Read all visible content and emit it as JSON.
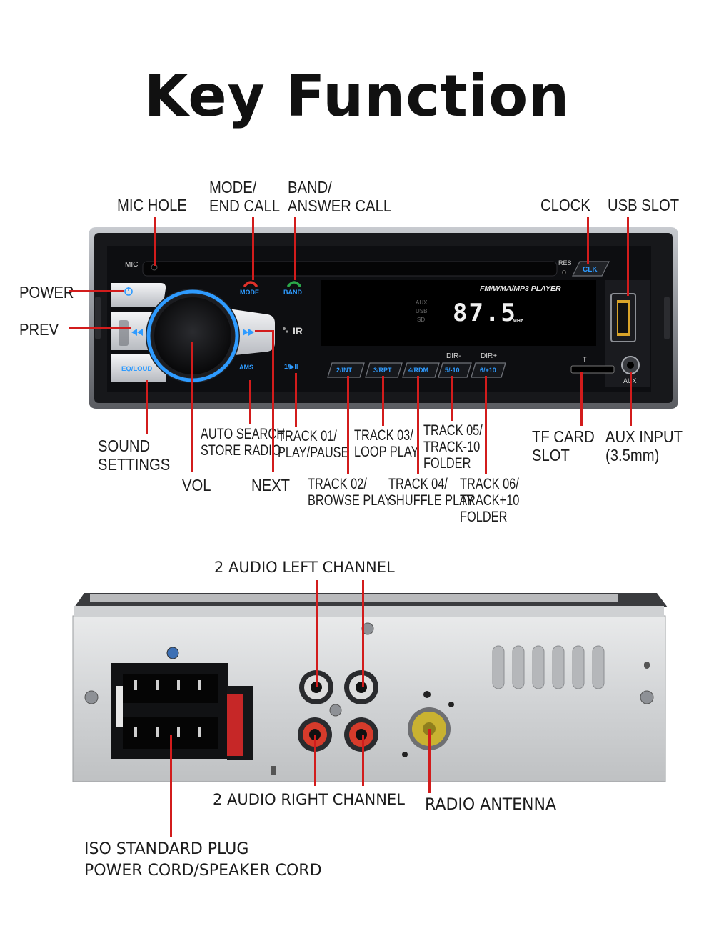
{
  "title": "Key Function",
  "front": {
    "labels": {
      "mic_hole": "MIC HOLE",
      "mode": [
        "MODE/",
        "END CALL"
      ],
      "band": [
        "BAND/",
        "ANSWER CALL"
      ],
      "clock": "CLOCK",
      "usb_slot": "USB SLOT",
      "power": "POWER",
      "prev": "PREV",
      "sound": [
        "SOUND",
        "SETTINGS"
      ],
      "vol": "VOL",
      "ams": [
        "AUTO SEARCH",
        "STORE RADIO"
      ],
      "next": "NEXT",
      "t01": [
        "TRACK 01/",
        "PLAY/PAUSE"
      ],
      "t02": [
        "TRACK 02/",
        "BROWSE PLAY"
      ],
      "t03": [
        "TRACK 03/",
        "LOOP PLAY"
      ],
      "t04": [
        "TRACK 04/",
        "SHUFFLE PLAY"
      ],
      "t05": [
        "TRACK 05/",
        "TRACK-10",
        "FOLDER"
      ],
      "t06": [
        "TRACK 06/",
        "TRACK+10",
        "FOLDER"
      ],
      "tf": [
        "TF CARD",
        "SLOT"
      ],
      "aux": [
        "AUX INPUT",
        "(3.5mm)"
      ]
    },
    "panel": {
      "mic": "MIC",
      "res": "RES",
      "clk": "CLK",
      "mode": "MODE",
      "band": "BAND",
      "fm_text": "FM/WMA/MP3  PLAYER",
      "aux_ind": "AUX",
      "usb_ind": "USB",
      "sd_ind": "SD",
      "freq": "87.5",
      "mhz": "MHz",
      "eq": "EQ/LOUD",
      "ams": "AMS",
      "play": "1/▶II",
      "b2": "2/INT",
      "b3": "3/RPT",
      "b4": "4/RDM",
      "b5": "5/-10",
      "b6": "6/+10",
      "dirm": "DIR-",
      "dirp": "DIR+",
      "tcard": "T",
      "aux_jack": "AUX"
    }
  },
  "back": {
    "labels": {
      "left_ch": "2 AUDIO LEFT CHANNEL",
      "right_ch": "2 AUDIO RIGHT CHANNEL",
      "antenna": "RADIO ANTENNA",
      "iso": [
        "ISO STANDARD PLUG",
        "POWER CORD/SPEAKER CORD"
      ]
    }
  },
  "colors": {
    "accent_red": "#d21c1c",
    "panel_blue": "#2e9bff",
    "panel_black": "#0b0c0e"
  }
}
